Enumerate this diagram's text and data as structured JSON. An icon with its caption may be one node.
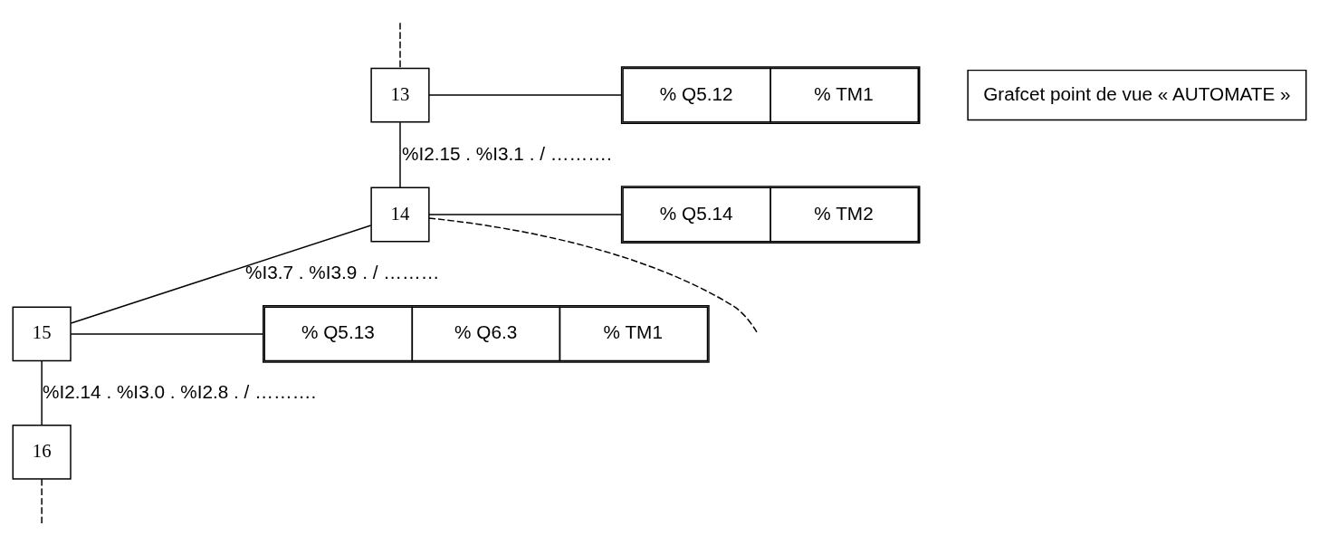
{
  "diagram": {
    "nodes": [
      {
        "text": [
          "13"
        ]
      },
      {
        "text": [
          "% Q5.12",
          "% TM1"
        ]
      },
      {
        "text": [
          "14"
        ]
      },
      {
        "text": [
          "% Q5.14",
          "% TM2"
        ]
      },
      {
        "text": [
          "15"
        ]
      },
      {
        "text": [
          "% Q5.13",
          "% Q6.3",
          "% TM1"
        ]
      },
      {
        "text": [
          "16"
        ]
      },
      {
        "text": [
          "Grafcet point de vue « AUTOMATE »"
        ]
      }
    ],
    "edges": [
      {
        "from": null,
        "to": 0,
        "arrow": "none",
        "style": "dashed"
      },
      {
        "from": 0,
        "to": 1,
        "arrow": "none"
      },
      {
        "from": 0,
        "to": 2,
        "arrow": "none",
        "label": "%I2.15 . %I3.1 . / ………."
      },
      {
        "from": 2,
        "to": 3,
        "arrow": "none"
      },
      {
        "from": 2,
        "to": 4,
        "arrow": "none",
        "label": "%I3.7 . %I3.9 . / ………"
      },
      {
        "from": 2,
        "to": null,
        "arrow": "none",
        "style": "dashed"
      },
      {
        "from": 4,
        "to": 5,
        "arrow": "none"
      },
      {
        "from": 4,
        "to": 6,
        "arrow": "none",
        "label": "%I2.14 . %I3.0 . %I2.8 . / ………."
      },
      {
        "from": 6,
        "to": null,
        "arrow": "none",
        "style": "dashed"
      }
    ]
  }
}
